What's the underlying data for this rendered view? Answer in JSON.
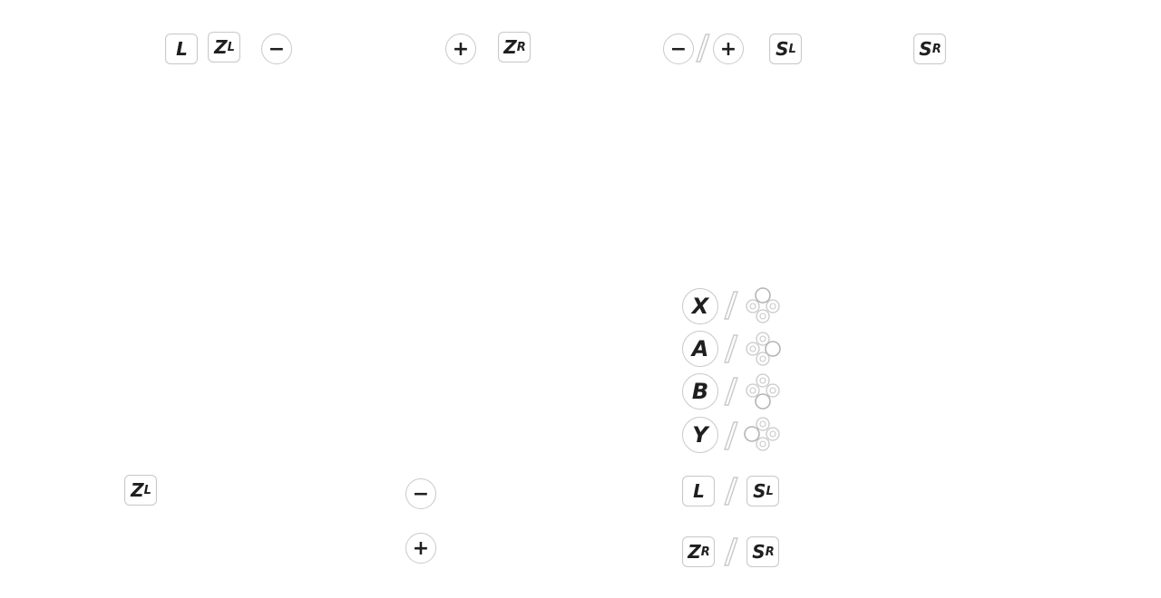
{
  "colors": {
    "outline": "#c9c9c9",
    "glyph": "#1f1f1f"
  },
  "top_row": {
    "l": "L",
    "zl_main": "Z",
    "zl_sub": "L",
    "minus": "−",
    "plus": "+",
    "zr_main": "Z",
    "zr_sub": "R",
    "minus2": "−",
    "plus2": "+",
    "sl_main": "S",
    "sl_sub": "L",
    "sr_main": "S",
    "sr_sub": "R"
  },
  "left_col": {
    "zl_main": "Z",
    "zl_sub": "L"
  },
  "mid_col": {
    "minus": "−",
    "plus": "+"
  },
  "right_col": {
    "x": "X",
    "a": "A",
    "b": "B",
    "y": "Y",
    "l": "L",
    "sl_main": "S",
    "sl_sub": "L",
    "zr_main": "Z",
    "zr_sub": "R",
    "sr_main": "S",
    "sr_sub": "R"
  },
  "icons": {
    "dpad_up": "dpad-up-icon",
    "dpad_right": "dpad-right-icon",
    "dpad_down": "dpad-down-icon",
    "dpad_left": "dpad-left-icon"
  }
}
